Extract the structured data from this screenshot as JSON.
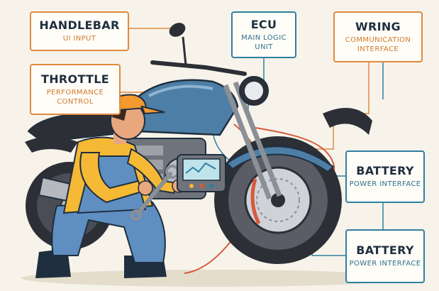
{
  "callouts": {
    "handlebar": {
      "title": "HANDLEBAR",
      "subtitle": "UI INPUT"
    },
    "throttle": {
      "title": "THROTTLE",
      "subtitle": "PERFORMANCE CONTROL"
    },
    "ecu": {
      "title": "ECU",
      "subtitle": "MAIN LOGIC UNIT"
    },
    "wiring": {
      "title": "WRING",
      "subtitle": "COMMUNICATION INTERFACE"
    },
    "battery_top": {
      "title": "BATTERY",
      "subtitle": "POWER INTERFACE"
    },
    "battery_bottom": {
      "title": "BATTERY",
      "subtitle": "POWER INTERFACE"
    }
  },
  "colors": {
    "orange_accent": "#e08a3c",
    "blue_accent": "#2f7fa0",
    "tank_blue": "#4d7fa6",
    "shirt_yellow": "#f5b935",
    "overall_blue": "#5e8fc0",
    "background": "#f7f3ea"
  },
  "icons": [
    "motorcycle-illustration",
    "mechanic-illustration",
    "diagnostic-tablet-icon",
    "wrench-icon"
  ]
}
